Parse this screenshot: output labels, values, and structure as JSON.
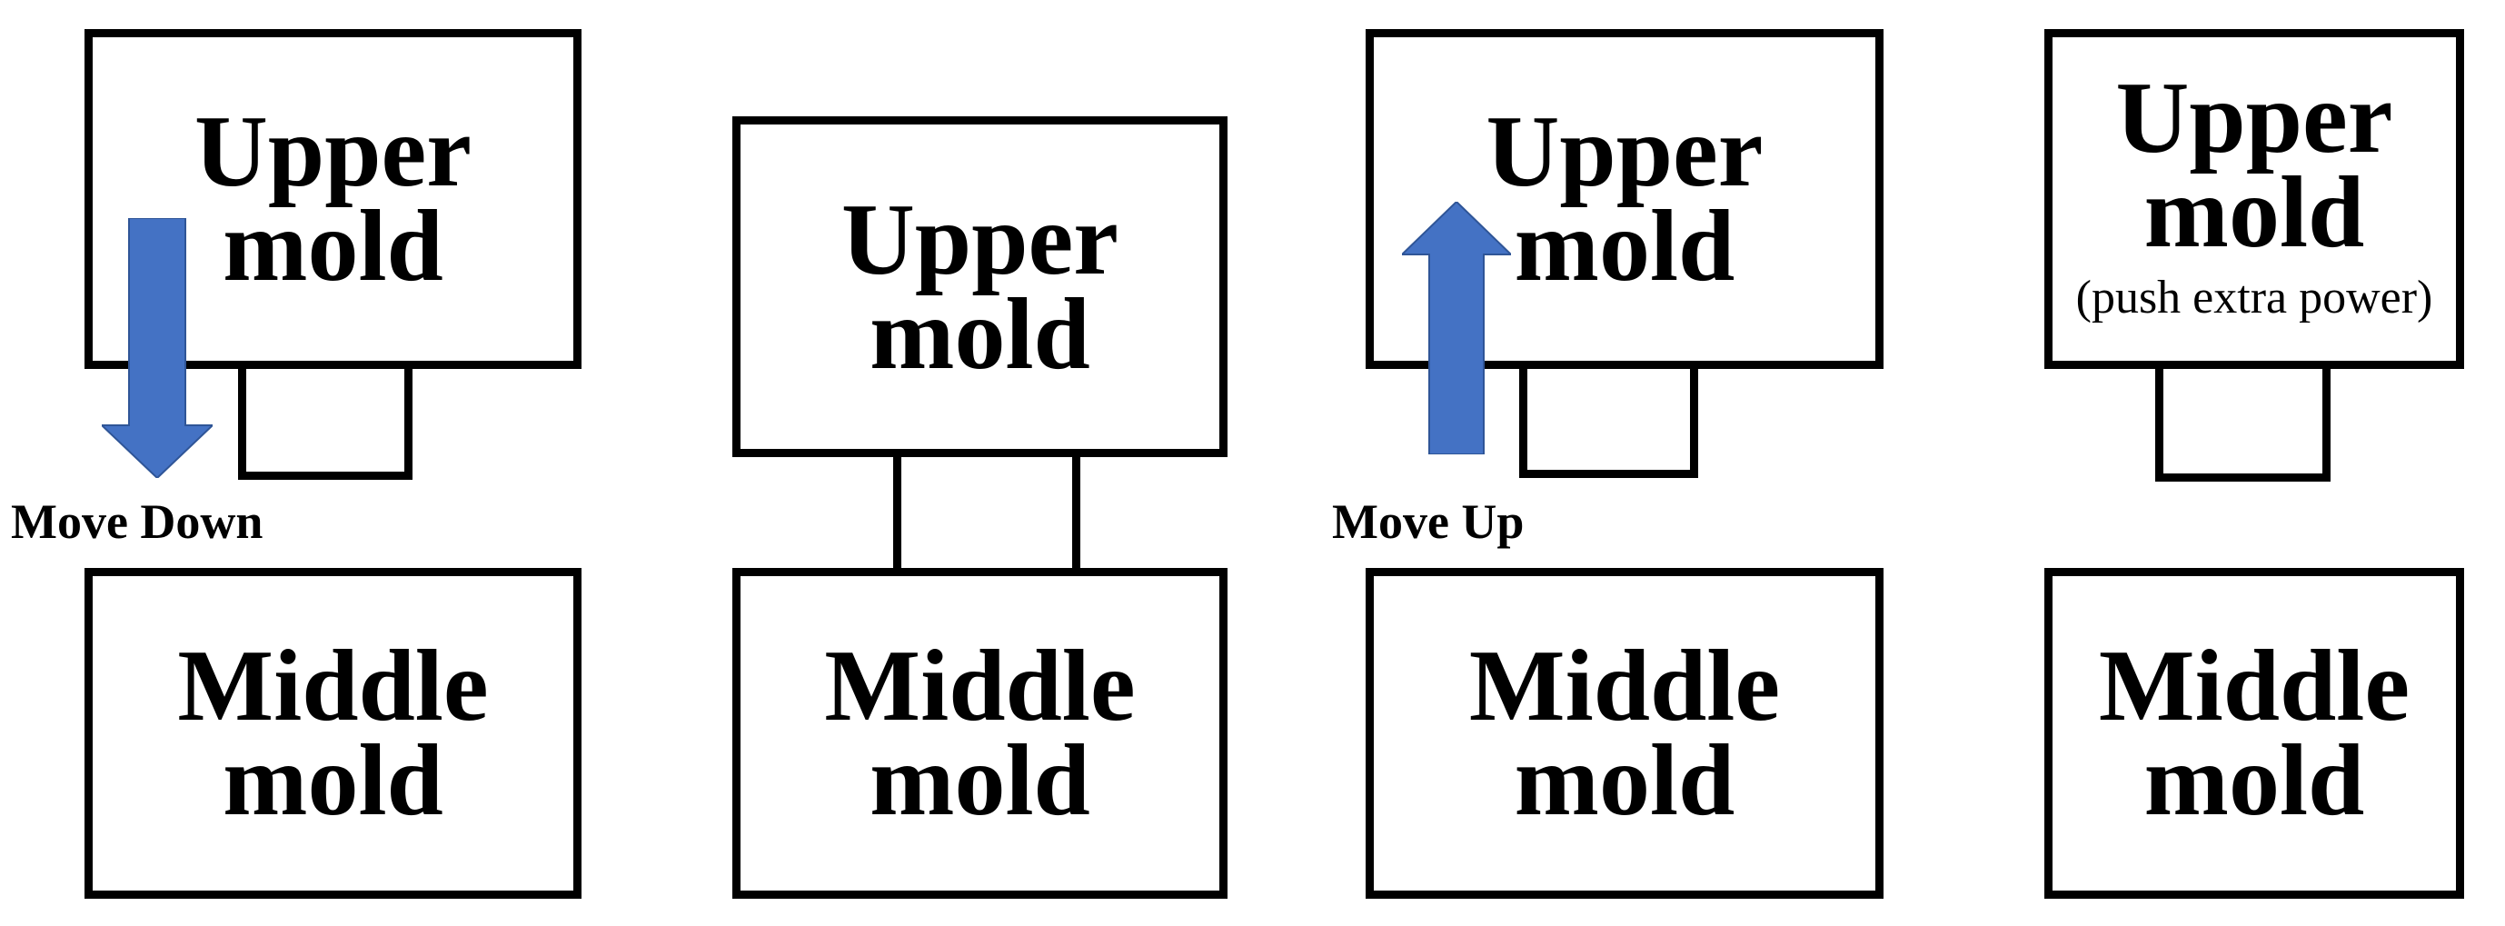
{
  "diagram": {
    "description_colors": {
      "background": "#ffffff",
      "line_color": "#000000",
      "arrow_fill": "#4472C4",
      "arrow_edge": "#2F5597"
    },
    "panels": [
      {
        "upper_mold": {
          "line1": "Upper",
          "line2": "mold"
        },
        "middle_mold": {
          "line1": "Middle",
          "line2": "mold"
        },
        "action": {
          "label": "Move Down",
          "arrow": "down"
        }
      },
      {
        "upper_mold": {
          "line1": "Upper",
          "line2": "mold"
        },
        "middle_mold": {
          "line1": "Middle",
          "line2": "mold"
        }
      },
      {
        "upper_mold": {
          "line1": "Upper",
          "line2": "mold"
        },
        "middle_mold": {
          "line1": "Middle",
          "line2": "mold"
        },
        "action": {
          "label": "Move Up",
          "arrow": "up"
        }
      },
      {
        "upper_mold": {
          "line1": "Upper",
          "line2": "mold",
          "note": "(push extra power)"
        },
        "middle_mold": {
          "line1": "Middle",
          "line2": "mold"
        }
      }
    ]
  }
}
